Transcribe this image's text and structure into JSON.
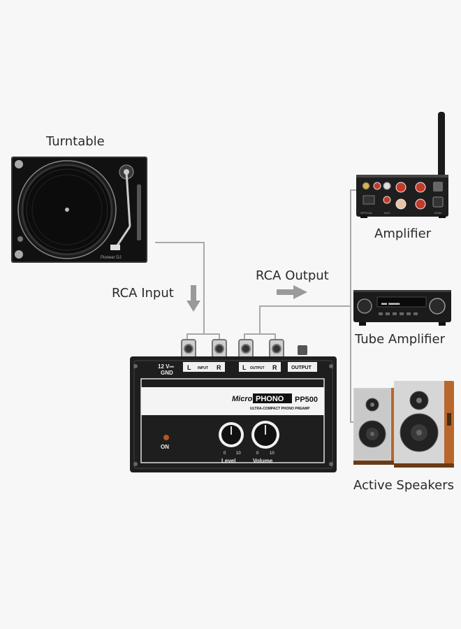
{
  "labels": {
    "turntable": "Turntable",
    "amplifier": "Amplifier",
    "tube_amplifier": "Tube Amplifier",
    "active_speakers": "Active Speakers",
    "rca_input": "RCA Input",
    "rca_output": "RCA Output"
  },
  "preamp": {
    "power": "12 V⎓",
    "gnd": "GND",
    "input_l": "L",
    "input_text": "INPUT",
    "input_r": "R",
    "output_l": "L",
    "output_text": "OUTPUT",
    "output_r": "R",
    "output_box": "OUTPUT",
    "brand_script": "Micro",
    "brand": "PHONO",
    "model": "PP500",
    "subtitle": "ULTRA-COMPACT PHONO PREAMP",
    "on": "ON",
    "level_min": "0",
    "level_max": "10",
    "level": "Level",
    "volume_min": "0",
    "volume_max": "10",
    "volume": "Volume"
  },
  "turntable_device": {
    "brand": "Pioneer DJ"
  },
  "amplifier_device": {
    "optical": "OPTICAL",
    "aux": "AUX",
    "dc": "DC5V"
  },
  "colors": {
    "wire": "#a9a9a9",
    "arrow": "#9a9a9a",
    "device_dark": "#1c1c1c",
    "wood": "#b8672c"
  }
}
